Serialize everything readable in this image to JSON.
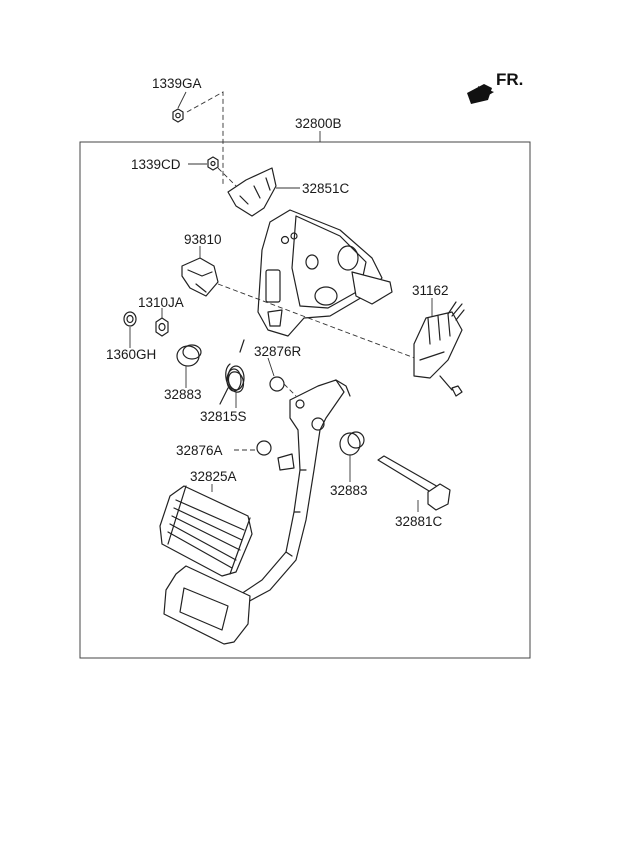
{
  "orientation_label": "FR.",
  "parts": {
    "p1339GA": "1339GA",
    "p32800B": "32800B",
    "p1339CD": "1339CD",
    "p32851C": "32851C",
    "p93810": "93810",
    "p31162": "31162",
    "p1310JA": "1310JA",
    "p1360GH": "1360GH",
    "p32876R": "32876R",
    "p32883a": "32883",
    "p32815S": "32815S",
    "p32876A": "32876A",
    "p32825A": "32825A",
    "p32883b": "32883",
    "p32881C": "32881C"
  }
}
